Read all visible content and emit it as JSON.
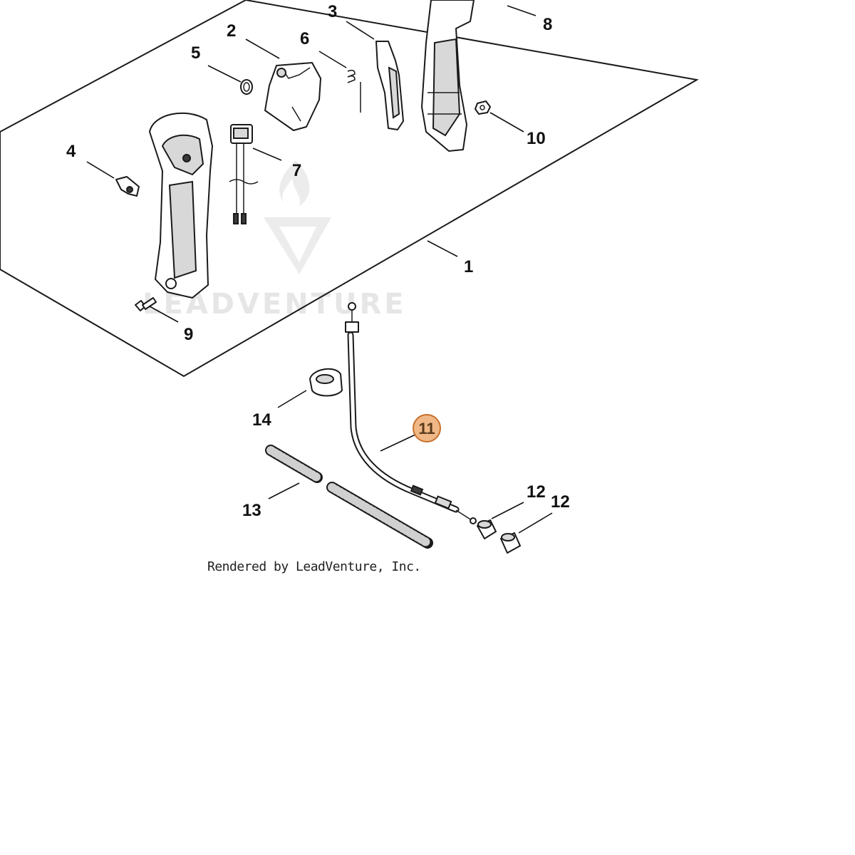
{
  "callouts": {
    "c1": "1",
    "c2": "2",
    "c3": "3",
    "c4": "4",
    "c5": "5",
    "c6": "6",
    "c7": "7",
    "c8": "8",
    "c9": "9",
    "c10": "10",
    "c11": "11",
    "c12a": "12",
    "c12b": "12",
    "c13": "13",
    "c14": "14"
  },
  "highlight": {
    "part": "11",
    "fill_color": "#f0b887",
    "stroke_color": "#c8702c"
  },
  "watermark": {
    "text": "LEADVENTURE"
  },
  "footer": {
    "credit": "Rendered by LeadVenture, Inc."
  }
}
